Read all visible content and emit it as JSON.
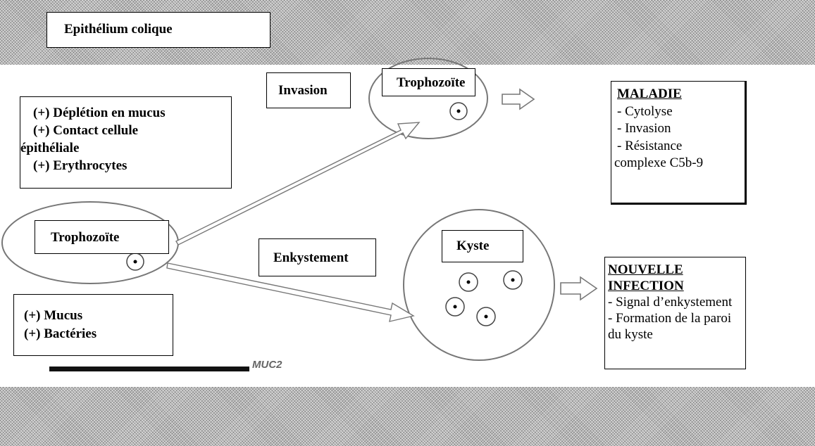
{
  "epithelium_label": "Epithélium colique",
  "conditions_invasion": [
    "(+) Déplétion en mucus",
    "(+) Contact cellule",
    "épithéliale",
    "(+) Erythrocytes"
  ],
  "conditions_enkystement": [
    "(+) Mucus",
    "(+) Bactéries"
  ],
  "trophozoite_left_label": "Trophozoïte",
  "trophozoite_top_label": "Trophozoïte",
  "invasion_label": "Invasion",
  "enkystement_label": "Enkystement",
  "kyste_label": "Kyste",
  "maladie": {
    "heading": "MALADIE",
    "items": [
      "- Cytolyse",
      "- Invasion",
      "- Résistance",
      "complexe C5b-9"
    ]
  },
  "nouvelle_infection": {
    "heading_lines": [
      "NOUVELLE",
      "INFECTION"
    ],
    "items": [
      "- Signal d’enkystement",
      "- Formation de la paroi",
      "du kyste"
    ]
  },
  "muc2_label": "MUC2"
}
